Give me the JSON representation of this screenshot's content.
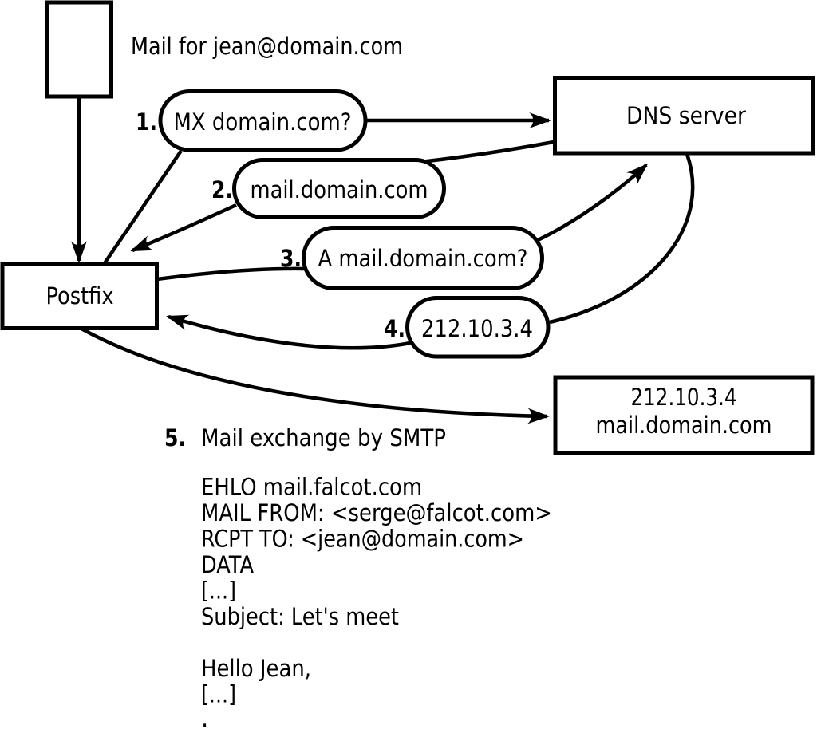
{
  "diagram": {
    "note_top": "Mail for jean@domain.com",
    "nodes": {
      "postfix": {
        "label": "Postfix"
      },
      "dns_server": {
        "label": "DNS server"
      },
      "mail_server": {
        "line1": "212.10.3.4",
        "line2": "mail.domain.com"
      }
    },
    "steps": [
      {
        "num": "1.",
        "label": "MX domain.com?"
      },
      {
        "num": "2.",
        "label": "mail.domain.com"
      },
      {
        "num": "3.",
        "label": "A mail.domain.com?"
      },
      {
        "num": "4.",
        "label": "212.10.3.4"
      },
      {
        "num": "5.",
        "label": "Mail exchange by SMTP"
      }
    ],
    "smtp_session": {
      "lines": [
        "EHLO mail.falcot.com",
        "MAIL FROM: <serge@falcot.com>",
        "RCPT TO: <jean@domain.com>",
        "DATA",
        "[...]",
        "Subject: Let's meet",
        "",
        "Hello Jean,",
        "[...]",
        "."
      ]
    },
    "colors": {
      "ink": "#000000",
      "background": "#ffffff"
    }
  }
}
